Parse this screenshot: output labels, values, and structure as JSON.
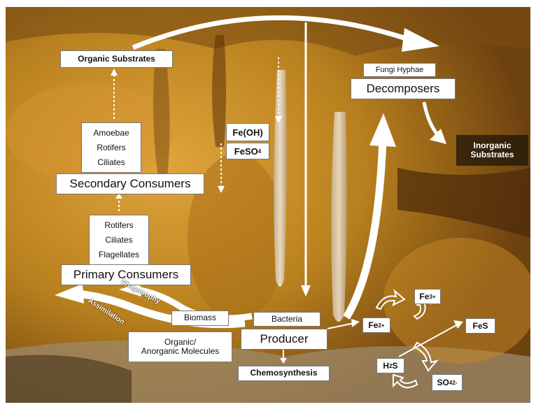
{
  "nodes": {
    "organic_substrates": "Organic Substrates",
    "fungi_hyphae": "Fungi Hyphae",
    "decomposers": "Decomposers",
    "inorganic_substrates": "Inorganic\nSubstrates",
    "secondary_group": [
      "Amoebae",
      "Rotifers",
      "Ciliates"
    ],
    "secondary_consumers": "Secondary Consumers",
    "primary_group": [
      "Rotifers",
      "Ciliates",
      "Flagellates"
    ],
    "primary_consumers": "Primary Consumers",
    "biomass": "Biomass",
    "bacteria": "Bacteria",
    "organic_molecules": "Organic/\nAnorganic Molecules",
    "producer": "Producer",
    "chemosynthesis": "Chemosynthesis"
  },
  "chemistry": {
    "fe_oh_base": "Fe(OH)",
    "feso4_base": "FeSO",
    "feso4_sub": "4",
    "fe3_base": "Fe",
    "fe3_sup": "3+",
    "fe2_base": "Fe",
    "fe2_sup": "2+",
    "fes": "FeS",
    "h2s_base": "H",
    "h2s_sub": "2",
    "h2s_end": "S",
    "so4_base": "SO",
    "so4_sub": "4",
    "so4_sup": "2-"
  },
  "arrow_labels": {
    "phagotrophy": "Phagotrophy",
    "assimilation": "Assimilation"
  },
  "colors": {
    "background_rock": "#b8801e",
    "rock_dark": "#6e4210",
    "rock_light": "#e0a53a",
    "arrow": "#ffffff",
    "box_fill": "#ffffff"
  }
}
